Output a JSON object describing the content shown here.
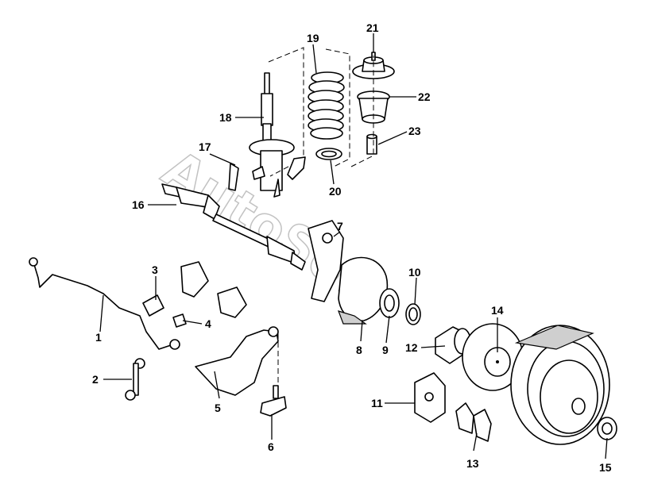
{
  "watermark": "AutoSoft",
  "parts": [
    {
      "id": "1",
      "label": "1"
    },
    {
      "id": "2",
      "label": "2"
    },
    {
      "id": "3",
      "label": "3"
    },
    {
      "id": "4",
      "label": "4"
    },
    {
      "id": "5",
      "label": "5"
    },
    {
      "id": "6",
      "label": "6"
    },
    {
      "id": "7",
      "label": "7"
    },
    {
      "id": "8",
      "label": "8"
    },
    {
      "id": "9",
      "label": "9"
    },
    {
      "id": "10",
      "label": "10"
    },
    {
      "id": "11",
      "label": "11"
    },
    {
      "id": "12",
      "label": "12"
    },
    {
      "id": "13",
      "label": "13"
    },
    {
      "id": "14",
      "label": "14"
    },
    {
      "id": "15",
      "label": "15"
    },
    {
      "id": "16",
      "label": "16"
    },
    {
      "id": "17",
      "label": "17"
    },
    {
      "id": "18",
      "label": "18"
    },
    {
      "id": "19",
      "label": "19"
    },
    {
      "id": "20",
      "label": "20"
    },
    {
      "id": "21",
      "label": "21"
    },
    {
      "id": "22",
      "label": "22"
    },
    {
      "id": "23",
      "label": "23"
    }
  ]
}
